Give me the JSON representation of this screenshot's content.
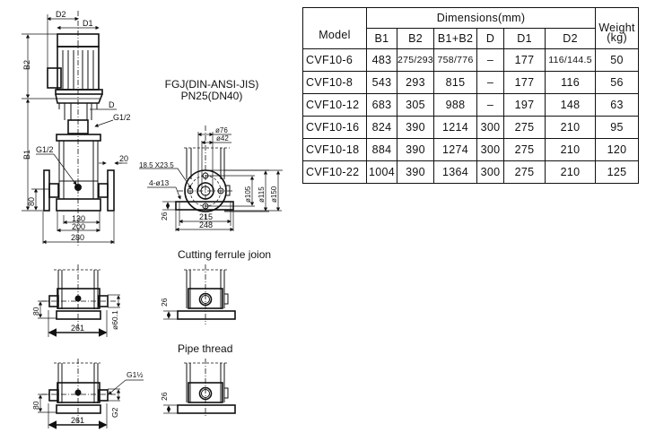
{
  "title": {
    "line1": "FGJ(DIN-ANSI-JIS)",
    "line2": "PN25(DN40)"
  },
  "main_view": {
    "d2": "D2",
    "d1": "D1",
    "b2": "B2",
    "b1": "B1",
    "d": "D",
    "g_top": "G1/2",
    "g_side": "G1/2",
    "dim_20": "20",
    "dim_80": "80",
    "dim_130": "130",
    "dim_200": "200",
    "dim_280": "280"
  },
  "flange_view": {
    "phi76": "ø76",
    "phi42": "ø42",
    "slot": "18.5 X23.5",
    "holes": "4-ø13",
    "phi105": "ø105",
    "phi115": "ø115",
    "phi150": "ø150",
    "dim_26": "26",
    "dim_215": "215",
    "dim_248": "248"
  },
  "cutting": {
    "title": "Cutting  ferrule joion",
    "dim_80": "80",
    "dim_261": "261",
    "phi60": "ø60.1",
    "dim_26": "26"
  },
  "pipe": {
    "title": "Pipe  thread",
    "dim_80": "80",
    "dim_261": "261",
    "g": "G1½",
    "g2": "G2",
    "dim_26": "26"
  },
  "table": {
    "model_header": "Model",
    "dimensions_header": "Dimensions(mm)",
    "weight_header": "Weight (kg)",
    "columns": [
      "B1",
      "B2",
      "B1+B2",
      "D",
      "D1",
      "D2"
    ],
    "rows": [
      {
        "model": "CVF10-6",
        "b1": "483",
        "b2": "275/293",
        "b1b2": "758/776",
        "d": "–",
        "d1": "177",
        "d2": "116/144.5",
        "weight": "50"
      },
      {
        "model": "CVF10-8",
        "b1": "543",
        "b2": "293",
        "b1b2": "815",
        "d": "–",
        "d1": "177",
        "d2": "116",
        "weight": "56"
      },
      {
        "model": "CVF10-12",
        "b1": "683",
        "b2": "305",
        "b1b2": "988",
        "d": "–",
        "d1": "197",
        "d2": "148",
        "weight": "63"
      },
      {
        "model": "CVF10-16",
        "b1": "824",
        "b2": "390",
        "b1b2": "1214",
        "d": "300",
        "d1": "275",
        "d2": "210",
        "weight": "95"
      },
      {
        "model": "CVF10-18",
        "b1": "884",
        "b2": "390",
        "b1b2": "1274",
        "d": "300",
        "d1": "275",
        "d2": "210",
        "weight": "120"
      },
      {
        "model": "CVF10-22",
        "b1": "1004",
        "b2": "390",
        "b1b2": "1364",
        "d": "300",
        "d1": "275",
        "d2": "210",
        "weight": "125"
      }
    ]
  }
}
